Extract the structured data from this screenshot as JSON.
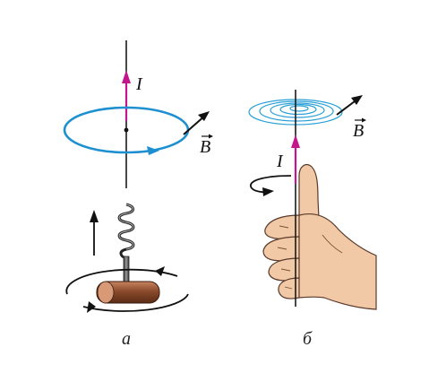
{
  "panel_a": {
    "current_label": "I",
    "field_label": "B",
    "caption": "а"
  },
  "panel_b": {
    "current_label": "I",
    "field_label": "B",
    "caption": "б"
  },
  "colors": {
    "wire": "#1a1a1a",
    "current": "#c2168a",
    "field_loop": "#1e8fd0",
    "field_swirl": "#2aa0d6",
    "corkscrew_handle": "#8a4a2a",
    "skin": "#f2c9a6",
    "skin_outline": "#5a3a2a",
    "rotation_arrow": "#111111"
  },
  "icons": {
    "field_vector": "vector-arrow-icon",
    "rotation": "curved-rotation-arrow-icon",
    "corkscrew": "corkscrew-icon",
    "hand": "right-hand-thumb-up-icon"
  }
}
